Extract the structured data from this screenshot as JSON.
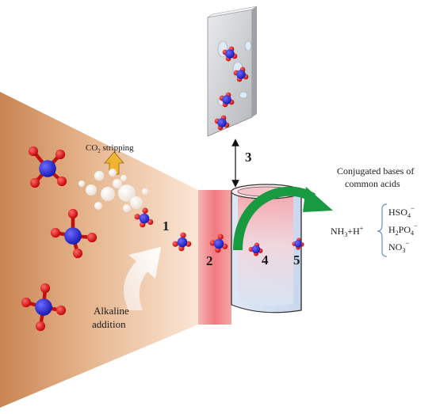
{
  "labels": {
    "co2_main": "CO",
    "co2_sub": "2",
    "co2_rest": " stripping",
    "alkaline_line1": "Alkaline",
    "alkaline_line2": "addition",
    "num_1": "1",
    "num_2": "2",
    "num_3": "3",
    "num_4": "4",
    "num_5": "5",
    "conj_line1": "Conjugated bases of",
    "conj_line2": "common acids",
    "nh3_a": "NH",
    "nh3_sub": "3",
    "nh3_b": "+H",
    "nh3_sup": "+",
    "hso4_a": "HSO",
    "hso4_sub": "4",
    "hso4_sup": "−",
    "h2po4_a": "H",
    "h2po4_sub1": "2",
    "h2po4_b": "PO",
    "h2po4_sub2": "4",
    "h2po4_sup": "−",
    "no3_a": "NO",
    "no3_sub": "3",
    "no3_sup": "−"
  },
  "colors": {
    "atom_center": "#2a2ad0",
    "atom_outer": "#e01010",
    "arrow_green": "#1a9a40",
    "arrow_up": "#f0b020",
    "funnel_dark": "#c98a5a",
    "membrane_pink": "#f07a80",
    "bracket_blue": "#6a8fd0"
  },
  "icons": {
    "molecule": "ammonium-molecule-icon",
    "bubble": "co2-bubble-icon",
    "membrane": "hollow-fiber-membrane-icon",
    "plate": "porous-plate-icon"
  }
}
